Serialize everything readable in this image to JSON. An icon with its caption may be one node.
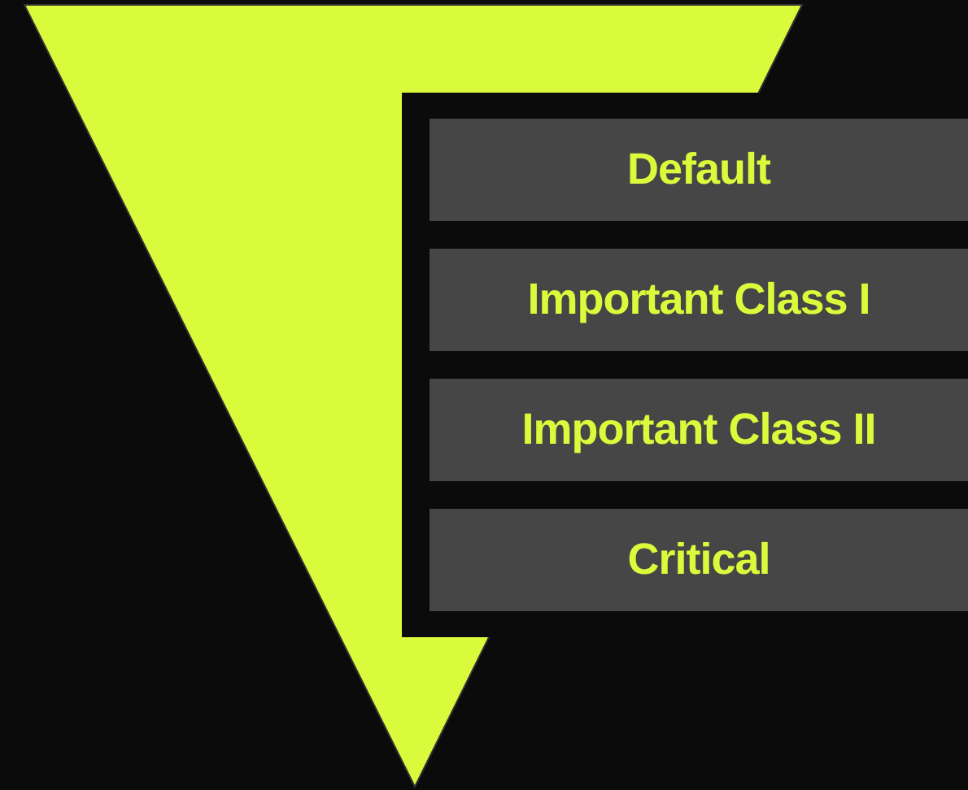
{
  "diagram": {
    "nodes": [
      {
        "text": [
          "Default"
        ]
      },
      {
        "text": [
          "Important Class I"
        ]
      },
      {
        "text": [
          "Important Class II"
        ]
      },
      {
        "text": [
          "Critical"
        ]
      }
    ]
  }
}
